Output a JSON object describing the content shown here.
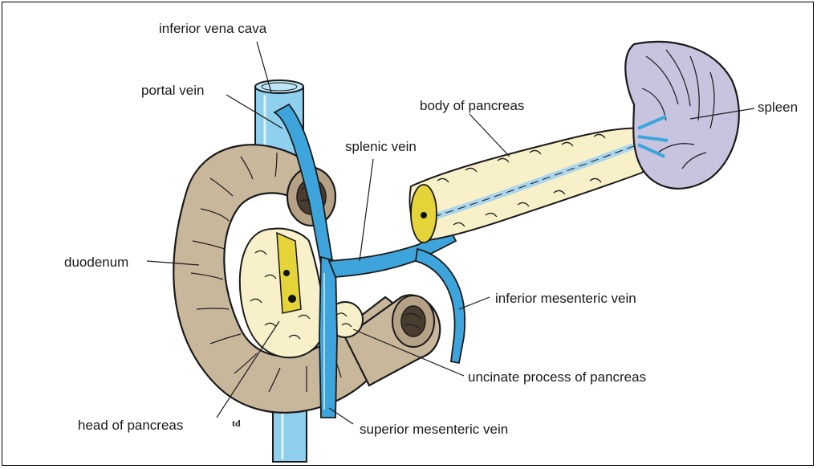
{
  "labels": {
    "inferior_vena_cava": "inferior vena cava",
    "portal_vein": "portal vein",
    "body_of_pancreas": "body of pancreas",
    "spleen": "spleen",
    "splenic_vein": "splenic vein",
    "duodenum": "duodenum",
    "inferior_mesenteric_vein": "inferior mesenteric vein",
    "uncinate_process": "uncinate process of pancreas",
    "head_of_pancreas": "head of pancreas",
    "superior_mesenteric_vein": "superior mesenteric vein",
    "signature": "td"
  },
  "colors": {
    "vein": "#3ea5dc",
    "ivc": "#8fd0ee",
    "duodenum": "#c9b79c",
    "pancreas": "#f7f0c8",
    "pancreas_cut": "#e4d43a",
    "spleen": "#c8c4e0",
    "outline": "#1a1a1a"
  }
}
